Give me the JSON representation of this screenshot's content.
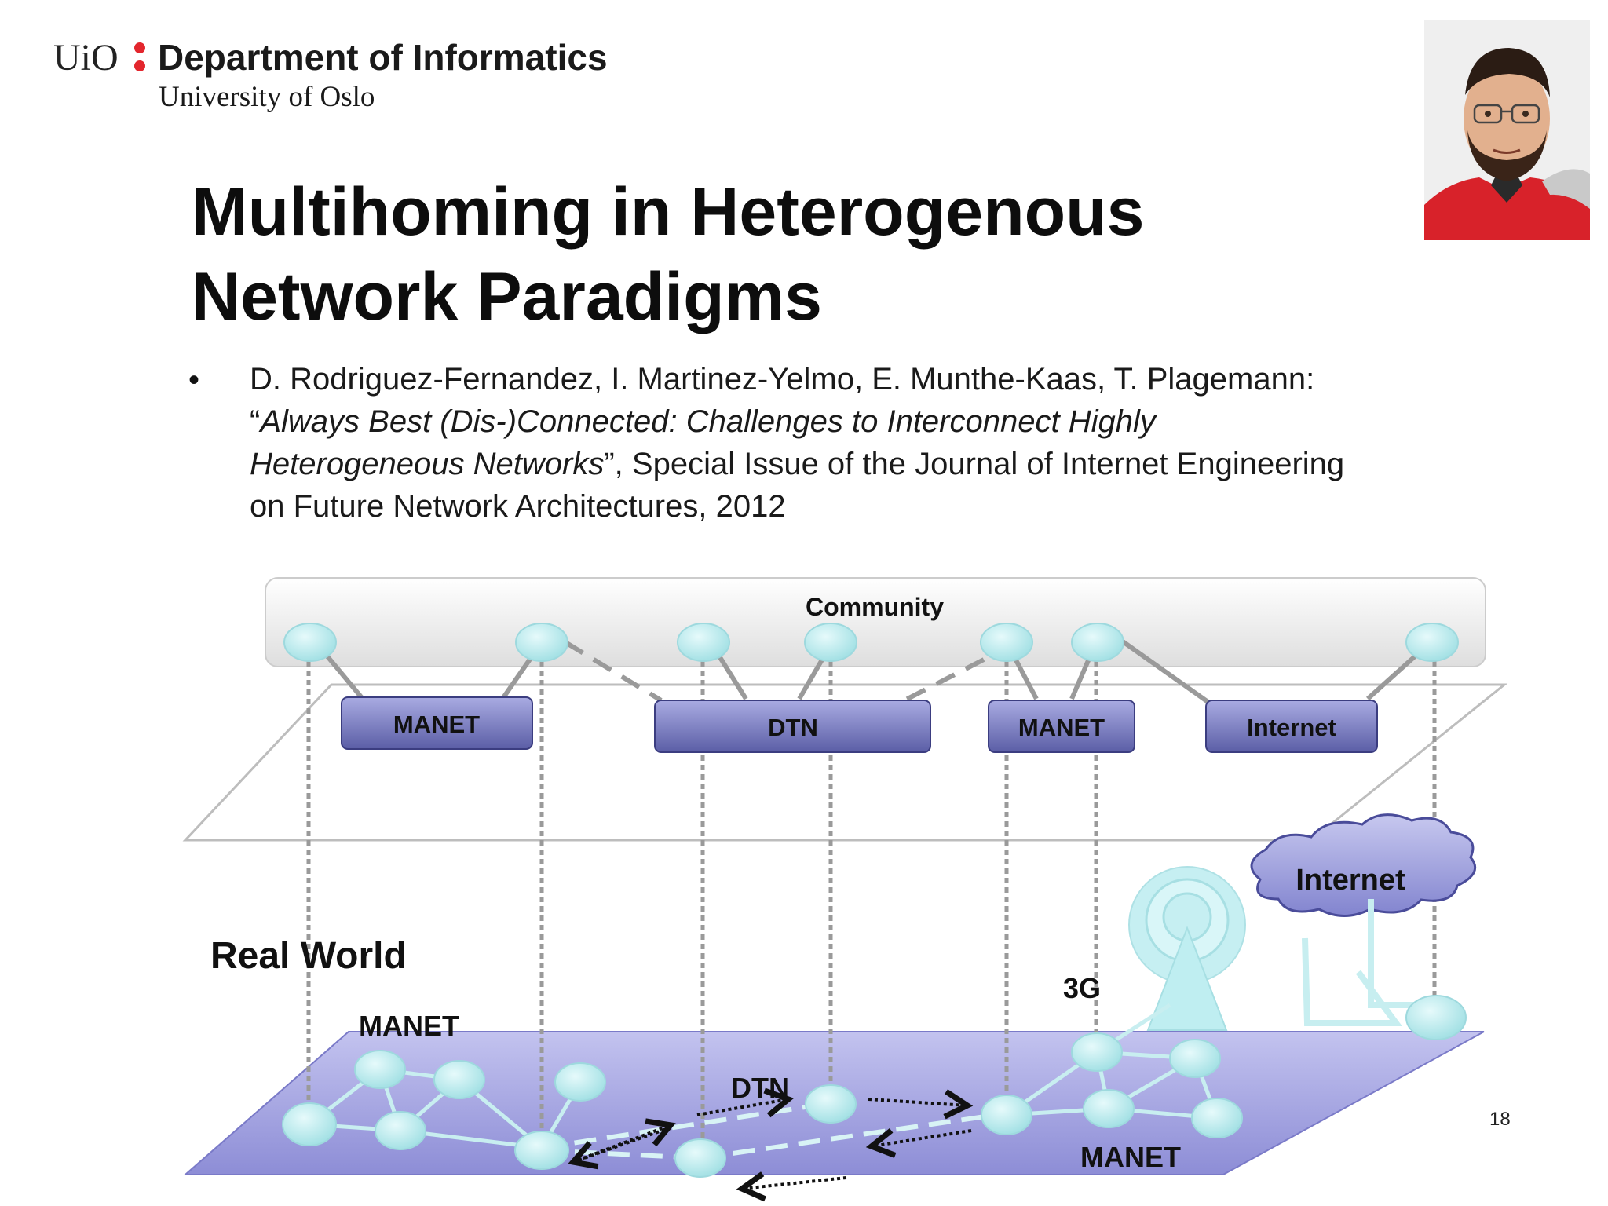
{
  "header": {
    "logo_text": "UiO",
    "department": "Department of Informatics",
    "university": "University of Oslo"
  },
  "slide": {
    "title_line1": "Multihoming in Heterogenous",
    "title_line2": "Network Paradigms",
    "bullet": "•",
    "reference": {
      "authors": "D. Rodriguez-Fernandez, I. Martinez-Yelmo, E. Munthe-Kaas, T. Plagemann:",
      "open_quote": "“",
      "title_part1": "Always Best (Dis-)Connected: Challenges to Interconnect Highly",
      "title_part2": "Heterogeneous Networks",
      "after_title": "”, Special Issue of the Journal of Internet Engineering",
      "venue_end": "on Future Network Architectures, 2012"
    },
    "page_number": "18"
  },
  "diagram": {
    "community_label": "Community",
    "overlay_boxes": [
      "MANET",
      "DTN",
      "MANET",
      "Internet"
    ],
    "real_world_label": "Real World",
    "labels": {
      "manet_left": "MANET",
      "dtn": "DTN",
      "threeg": "3G",
      "manet_right": "MANET",
      "internet_cloud": "Internet"
    }
  },
  "colors": {
    "node_fill": "#c4eef0",
    "box_fill": "#6f71b8",
    "ground_fill": "#a9a9e6",
    "logo_red": "#e3262d"
  }
}
